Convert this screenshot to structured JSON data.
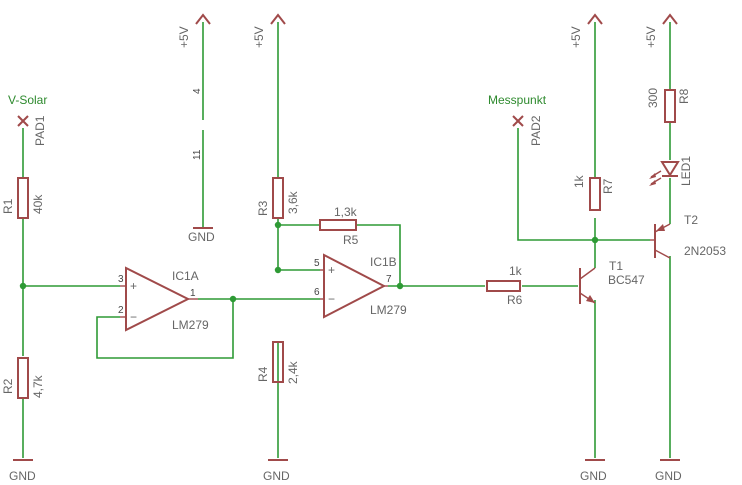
{
  "supply_labels": {
    "vcc_a": "+5V",
    "vcc_b": "+5V",
    "vcc_c": "+5V",
    "vcc_d": "+5V",
    "gnd_ic_power": "GND",
    "gnd_r2": "GND",
    "gnd_r4": "GND",
    "gnd_t1": "GND",
    "gnd_t2": "GND"
  },
  "power_pins": {
    "vcc": "4",
    "gnd": "11"
  },
  "net_labels": {
    "solar": "V-Solar",
    "messpunkt": "Messpunkt"
  },
  "pads": {
    "pad1": {
      "name": "PAD1"
    },
    "pad2": {
      "name": "PAD2"
    }
  },
  "resistors": {
    "r1": {
      "name": "R1",
      "value": "40k"
    },
    "r2": {
      "name": "R2",
      "value": "4,7k"
    },
    "r3": {
      "name": "R3",
      "value": "3,6k"
    },
    "r4": {
      "name": "R4",
      "value": "2,4k"
    },
    "r5": {
      "name": "R5",
      "value": "1,3k"
    },
    "r6": {
      "name": "R6",
      "value": "1k"
    },
    "r7": {
      "name": "R7",
      "value": "1k"
    },
    "r8": {
      "name": "R8",
      "value": "300"
    }
  },
  "opamps": {
    "ic1a": {
      "name": "IC1A",
      "part": "LM279",
      "pin_plus": "3",
      "pin_minus": "2",
      "pin_out": "1",
      "sign_plus": "+",
      "sign_minus": "−"
    },
    "ic1b": {
      "name": "IC1B",
      "part": "LM279",
      "pin_plus": "5",
      "pin_minus": "6",
      "pin_out": "7",
      "sign_plus": "+",
      "sign_minus": "−"
    }
  },
  "transistors": {
    "t1": {
      "name": "T1",
      "part": "BC547"
    },
    "t2": {
      "name": "T2",
      "part": "2N2053"
    }
  },
  "led": {
    "name": "LED1"
  },
  "colors": {
    "wire": "#2e9a35",
    "symbol": "#a04a4a",
    "label": "#666666",
    "net_label": "#2e8a2e"
  }
}
